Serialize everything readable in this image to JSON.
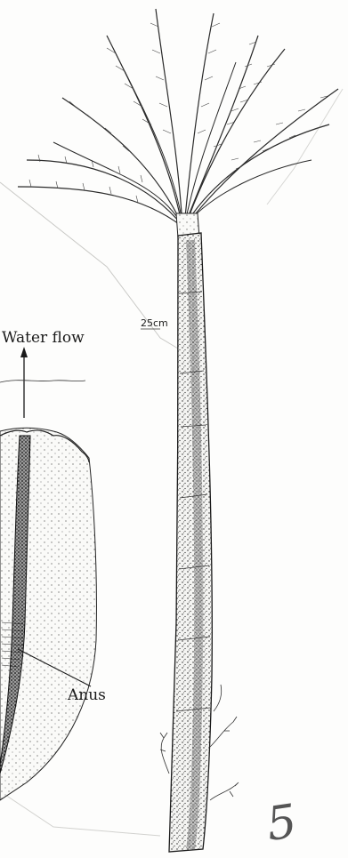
{
  "labels": {
    "water_flow": "Water flow",
    "anus": "Anus",
    "scale": "25cm",
    "page_number": "5"
  }
}
